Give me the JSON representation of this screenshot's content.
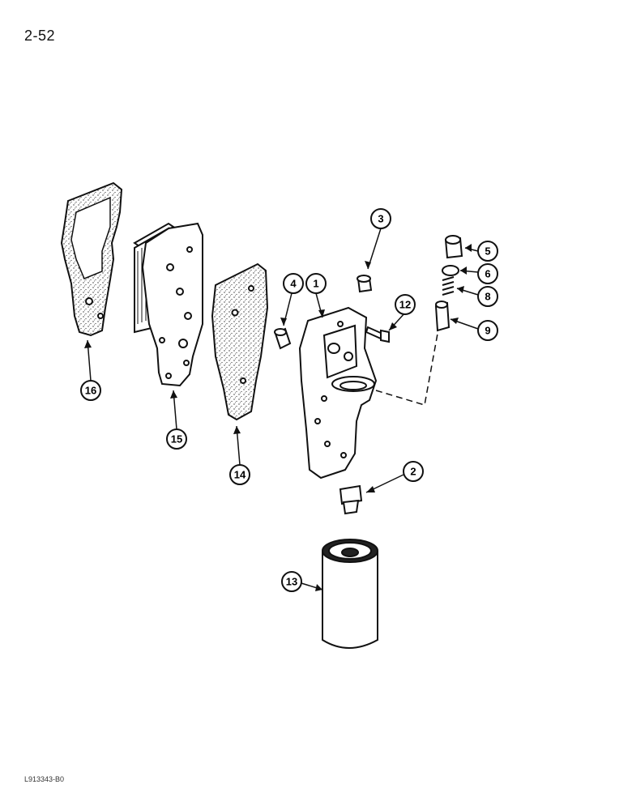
{
  "page": {
    "page_number": "2-52",
    "figure_code": "L913343-B0"
  },
  "callouts": {
    "c1": "1",
    "c2": "2",
    "c3": "3",
    "c4": "4",
    "c5": "5",
    "c6": "6",
    "c8": "8",
    "c9": "9",
    "c12": "12",
    "c13": "13",
    "c14": "14",
    "c15": "15",
    "c16": "16"
  }
}
